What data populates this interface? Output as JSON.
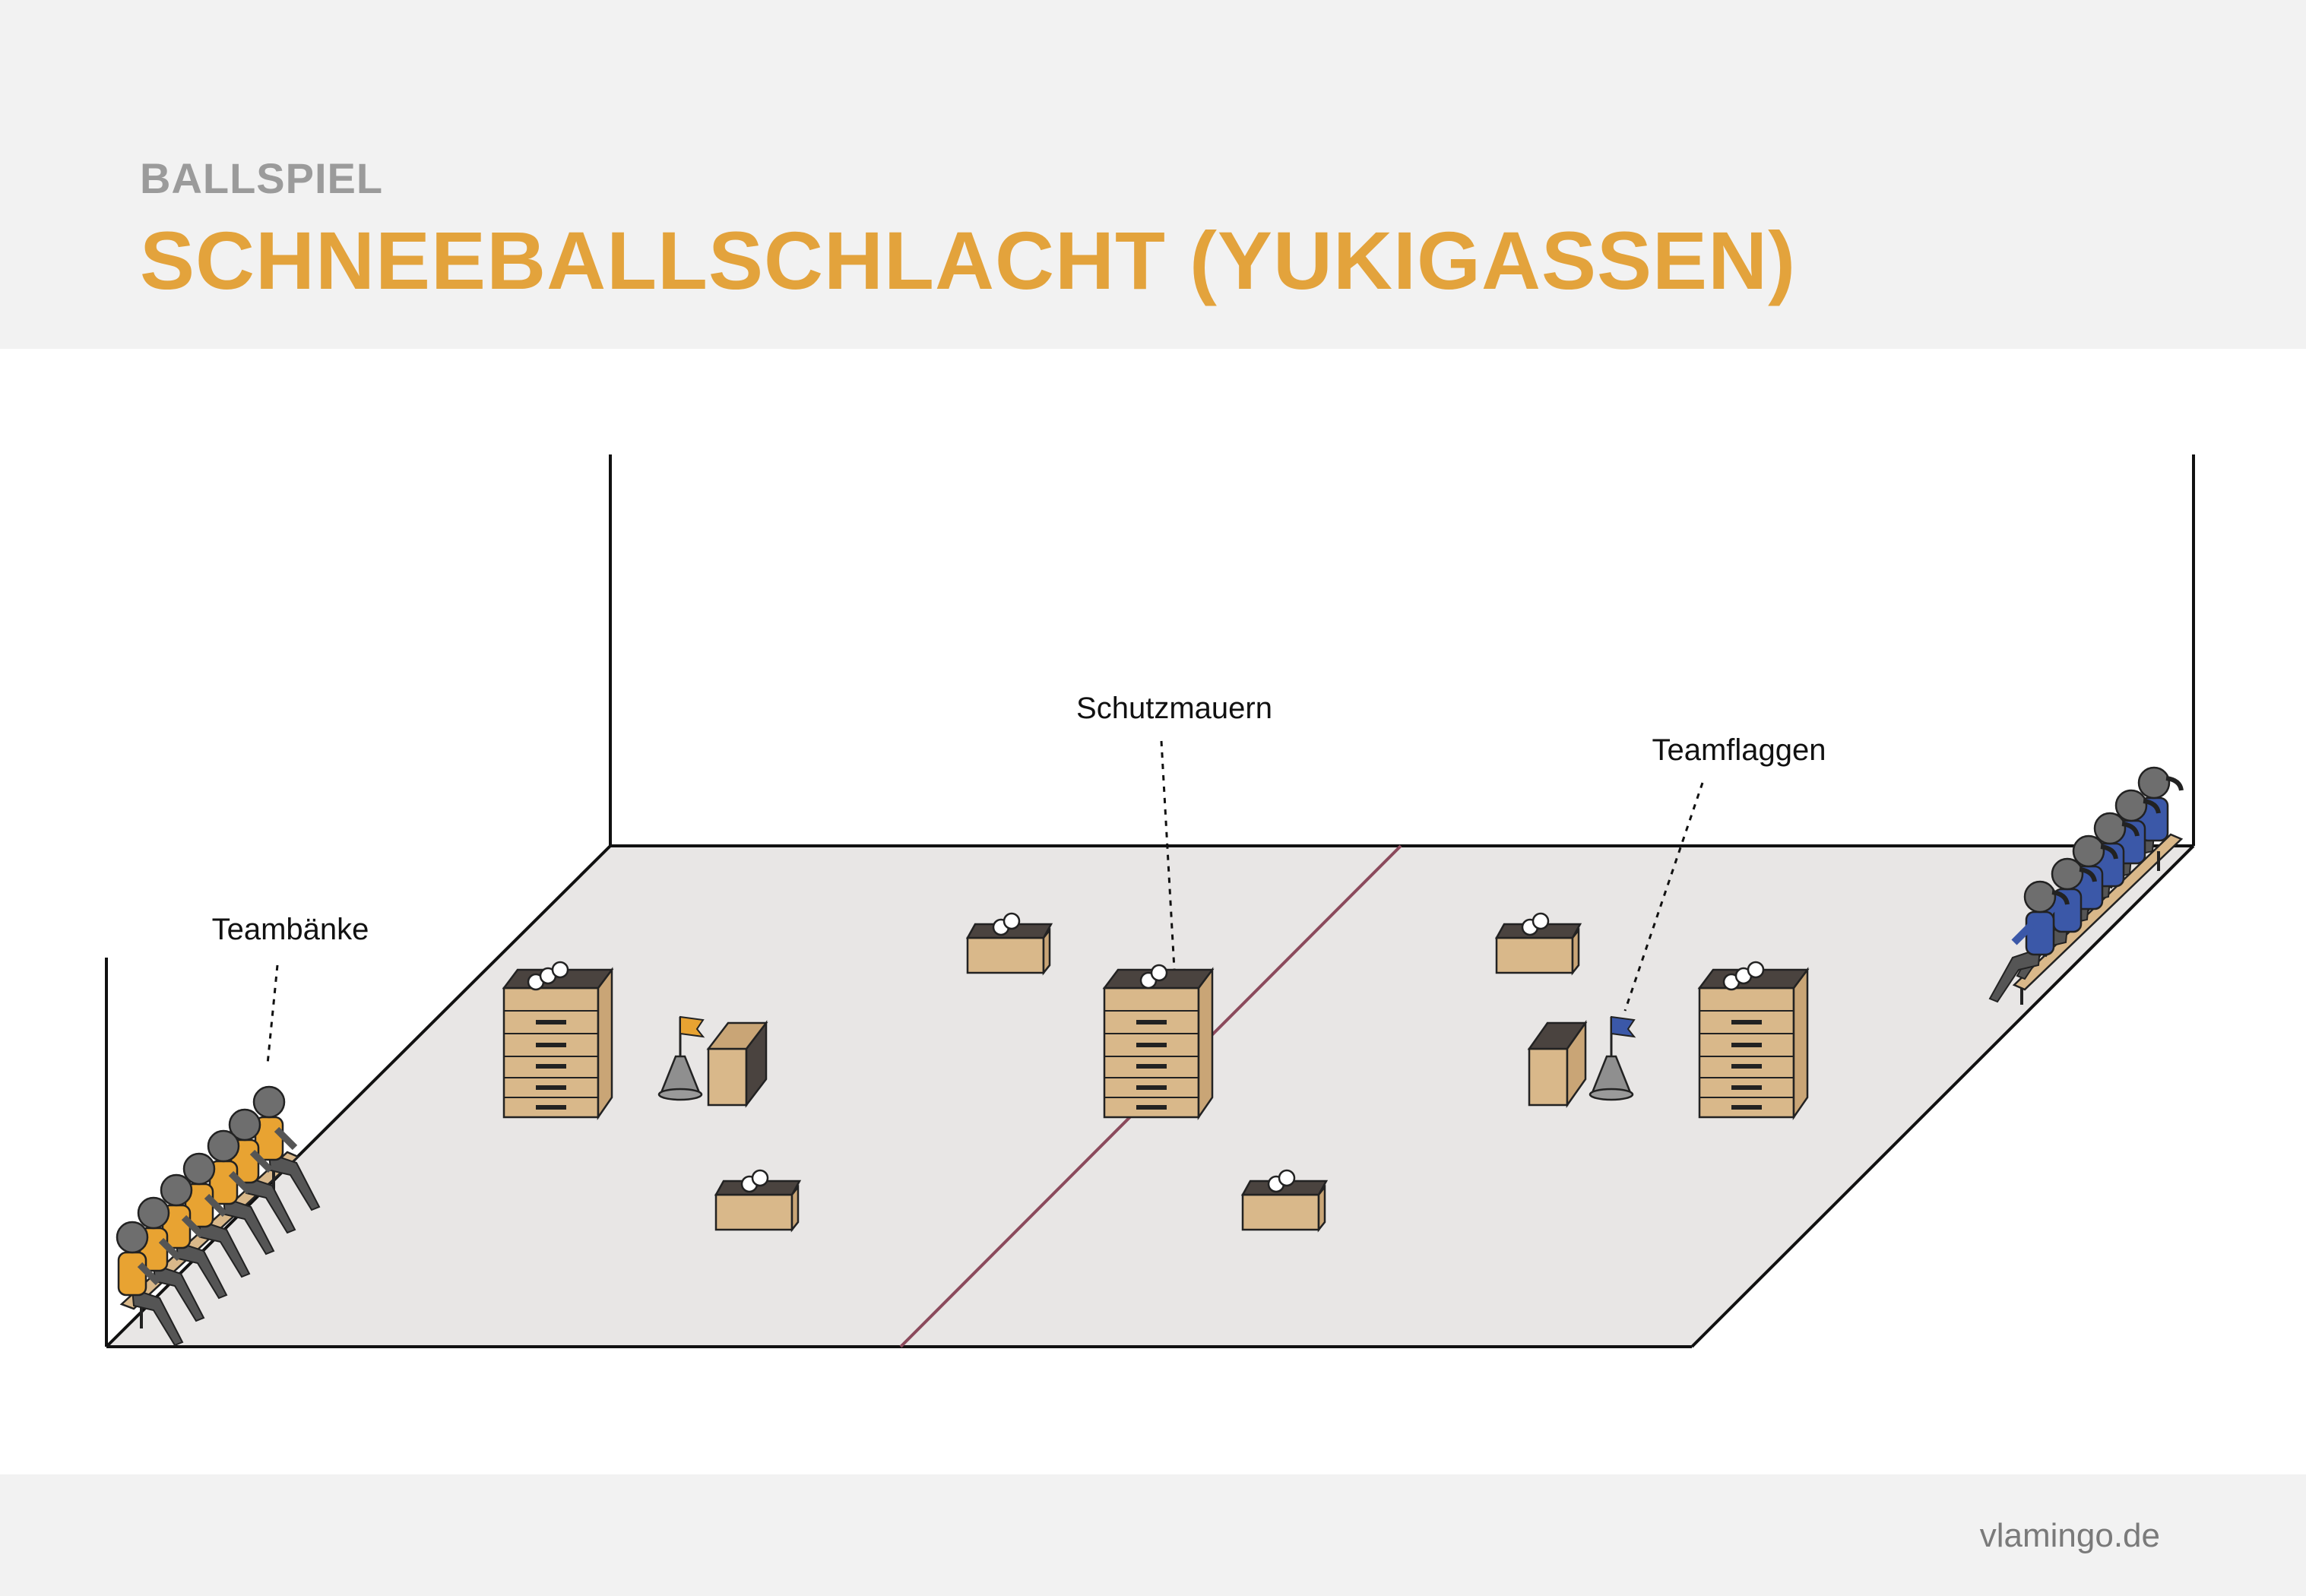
{
  "header": {
    "category": "BALLSPIEL",
    "title": "SCHNEEBALLSCHLACHT (YUKIGASSEN)"
  },
  "labels": {
    "walls": "Schutzmauern",
    "flags": "Teamflaggen",
    "benches": "Teambänke"
  },
  "footer": {
    "credit": "vlamingo.de"
  },
  "colors": {
    "team_left": "#e8a332",
    "team_right": "#3b58a8",
    "center_line": "#8b4a5c",
    "floor": "#e8e6e5",
    "wood": "#d9b88a",
    "wood_top": "#4a433f"
  }
}
